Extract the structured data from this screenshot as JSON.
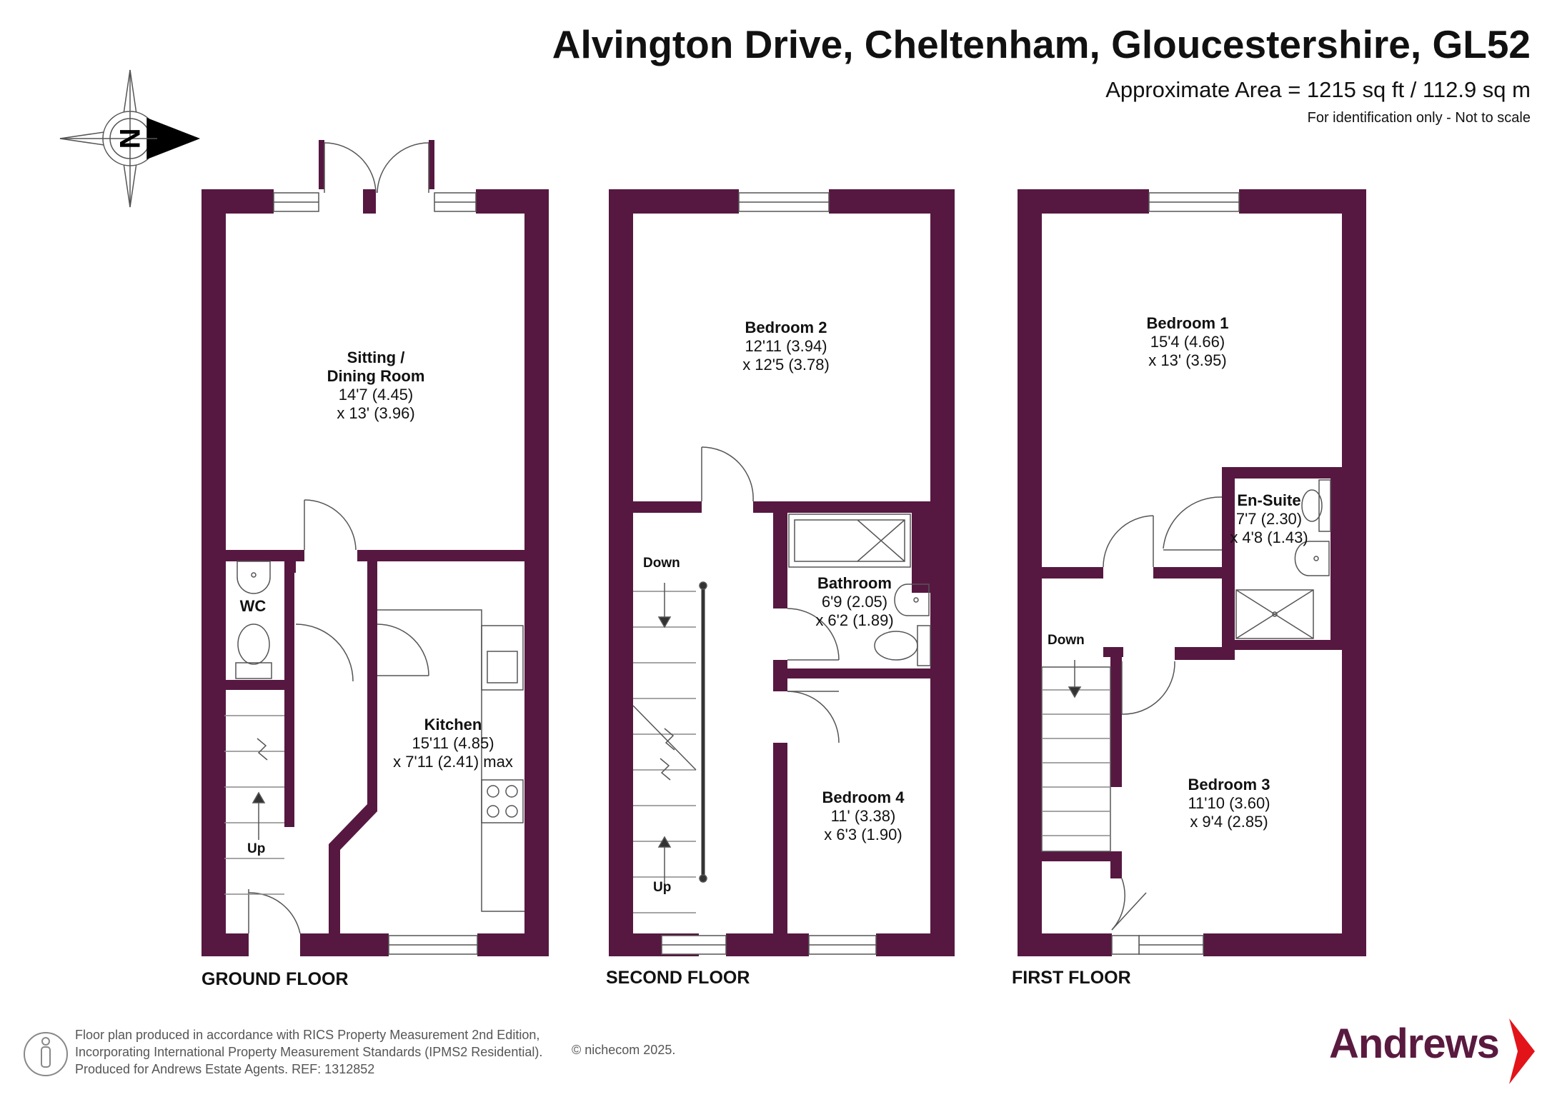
{
  "header": {
    "address": "Alvington Drive, Cheltenham, Gloucestershire, GL52",
    "area": "Approximate Area = 1215 sq ft / 112.9 sq m",
    "disclaimer": "For identification only - Not to scale"
  },
  "compass": {
    "letter": "N"
  },
  "colors": {
    "wall": "#561840",
    "brand": "#5a1a40",
    "text": "#111111",
    "fixture": "#555555"
  },
  "floors": {
    "ground": {
      "label": "GROUND FLOOR"
    },
    "second": {
      "label": "SECOND FLOOR"
    },
    "first": {
      "label": "FIRST FLOOR"
    }
  },
  "rooms": {
    "sitting": {
      "name1": "Sitting /",
      "name2": "Dining Room",
      "dim1": "14'7 (4.45)",
      "dim2": "x 13' (3.96)"
    },
    "wc": {
      "name": "WC"
    },
    "kitchen": {
      "name": "Kitchen",
      "dim1": "15'11 (4.85)",
      "dim2": "x 7'11 (2.41) max"
    },
    "bedroom2": {
      "name": "Bedroom 2",
      "dim1": "12'11 (3.94)",
      "dim2": "x 12'5 (3.78)"
    },
    "bathroom": {
      "name": "Bathroom",
      "dim1": "6'9 (2.05)",
      "dim2": "x 6'2 (1.89)"
    },
    "bedroom4": {
      "name": "Bedroom 4",
      "dim1": "11' (3.38)",
      "dim2": "x 6'3 (1.90)"
    },
    "bedroom1": {
      "name": "Bedroom 1",
      "dim1": "15'4 (4.66)",
      "dim2": "x 13' (3.95)"
    },
    "ensuite": {
      "name": "En-Suite",
      "dim1": "7'7 (2.30)",
      "dim2": "x 4'8 (1.43)"
    },
    "bedroom3": {
      "name": "Bedroom 3",
      "dim1": "11'10 (3.60)",
      "dim2": "x 9'4 (2.85)"
    }
  },
  "stairs": {
    "up": "Up",
    "down": "Down"
  },
  "footer": {
    "line1": "Floor plan produced in accordance with RICS Property Measurement 2nd Edition,",
    "line2": "Incorporating International Property Measurement Standards (IPMS2 Residential).",
    "line3": "Produced for Andrews Estate Agents.   REF: 1312852",
    "copyright": "© nichecom 2025.",
    "brand": "Andrews"
  }
}
